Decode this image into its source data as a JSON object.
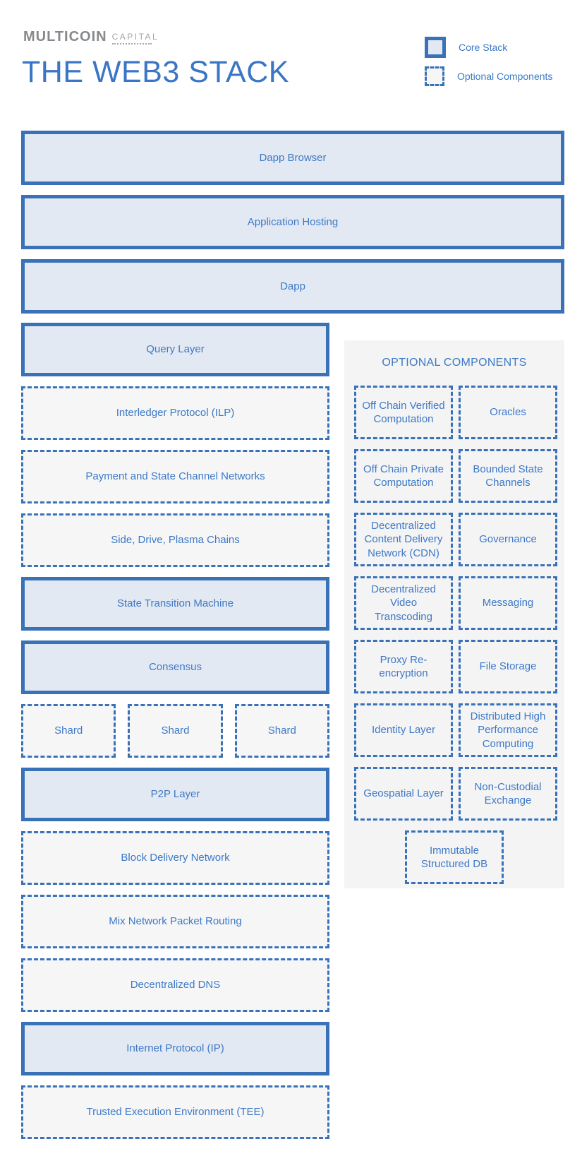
{
  "header": {
    "logo": {
      "primary": "MULTICOIN",
      "secondary": "CAPITAL"
    },
    "title": "THE WEB3 STACK"
  },
  "legend": {
    "core_label": "Core Stack",
    "optional_label": "Optional Components"
  },
  "stack": {
    "top_rows": [
      {
        "label": "Dapp Browser",
        "type": "core"
      },
      {
        "label": "Application Hosting",
        "type": "core"
      },
      {
        "label": "Dapp",
        "type": "core"
      }
    ],
    "left_column": [
      {
        "label": "Query Layer",
        "type": "core"
      },
      {
        "label": "Interledger Protocol (ILP)",
        "type": "optional"
      },
      {
        "label": "Payment and State Channel Networks",
        "type": "optional"
      },
      {
        "label": "Side, Drive, Plasma Chains",
        "type": "optional"
      },
      {
        "label": "State Transition Machine",
        "type": "core"
      },
      {
        "label": "Consensus",
        "type": "core"
      },
      {
        "type": "optional",
        "shards": [
          "Shard",
          "Shard",
          "Shard"
        ]
      },
      {
        "label": "P2P Layer",
        "type": "core"
      },
      {
        "label": "Block Delivery Network",
        "type": "optional"
      },
      {
        "label": "Mix Network Packet Routing",
        "type": "optional"
      },
      {
        "label": "Decentralized DNS",
        "type": "optional"
      },
      {
        "label": "Internet Protocol (IP)",
        "type": "core"
      },
      {
        "label": "Trusted Execution Environment (TEE)",
        "type": "optional"
      }
    ],
    "optional_panel": {
      "title": "OPTIONAL COMPONENTS",
      "grid": [
        "Off Chain Verified Computation",
        "Oracles",
        "Off Chain Private Computation",
        "Bounded State Channels",
        "Decentralized Content Delivery Network (CDN)",
        "Governance",
        "Decentralized Video Transcoding",
        "Messaging",
        "Proxy Re-encryption",
        "File Storage",
        "Identity Layer",
        "Distributed High Performance Computing",
        "Geospatial Layer",
        "Non-Custodial Exchange"
      ],
      "footer_item": "Immutable Structured DB"
    }
  },
  "colors": {
    "accent_blue": "#3a72b8",
    "label_blue": "#3d79c6",
    "title_blue": "#3a76c5",
    "core_fill": "#e3e9f3",
    "optional_fill": "#f6f6f7",
    "panel_bg": "#f4f4f5",
    "logo_gray": "#87898c",
    "logo_light_gray": "#a2a4a7"
  }
}
